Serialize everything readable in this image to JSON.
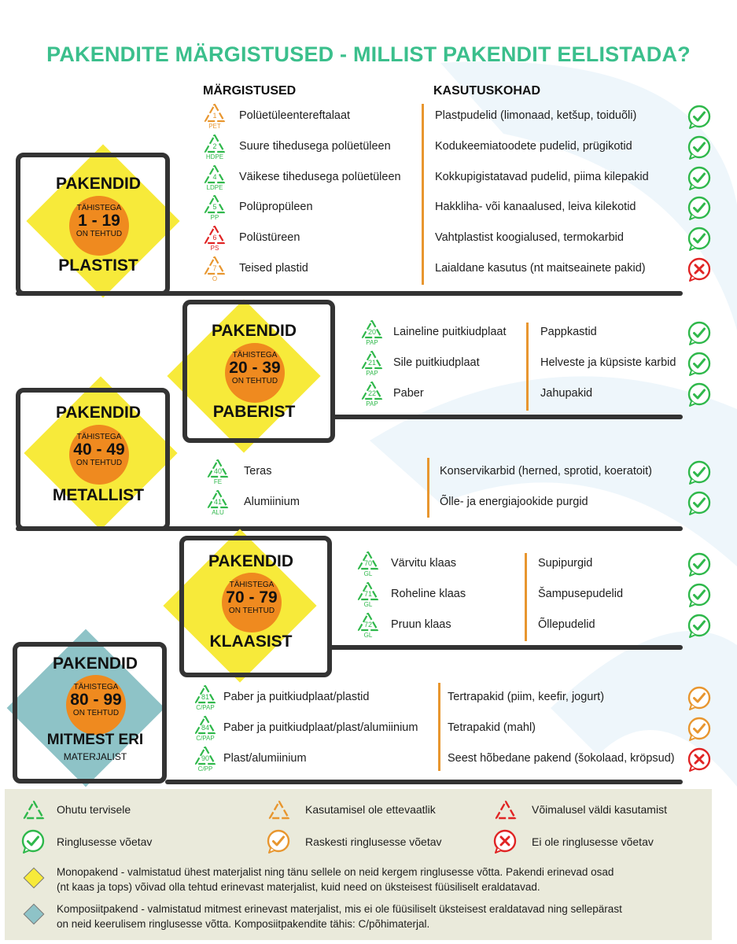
{
  "title": "PAKENDITE MÄRGISTUSED - MILLIST PAKENDIT EELISTADA?",
  "headers": {
    "markings": "MÄRGISTUSED",
    "uses": "KASUTUSKOHAD"
  },
  "colors": {
    "green": "#2fb84b",
    "orange": "#e8962f",
    "red": "#e02424",
    "yellow": "#f7ea3a",
    "teal": "#8ec3c7",
    "dark": "#333333",
    "title": "#3bbf8c"
  },
  "groups": {
    "plastic": {
      "label_top": "PAKENDID",
      "tahistega": "TÄHISTEGA",
      "range": "1 - 19",
      "tehtud": "ON TEHTUD",
      "label_bottom": "PLASTIST",
      "items": [
        {
          "num": "1",
          "code": "PET",
          "name": "Polüetüleentereftalaat",
          "use": "Plastpudelid (limonaad, ketšup, toiduõli)",
          "symbol": "orange",
          "status": "green-check"
        },
        {
          "num": "2",
          "code": "HDPE",
          "name": "Suure tihedusega polüetüleen",
          "use": "Kodukeemiatoodete pudelid, prügikotid",
          "symbol": "green",
          "status": "green-check"
        },
        {
          "num": "4",
          "code": "LDPE",
          "name": "Väikese tihedusega polüetüleen",
          "use": "Kokkupigistatavad pudelid, piima kilepakid",
          "symbol": "green",
          "status": "green-check"
        },
        {
          "num": "5",
          "code": "PP",
          "name": "Polüpropüleen",
          "use": "Hakkliha- või kanaalused, leiva kilekotid",
          "symbol": "green",
          "status": "green-check"
        },
        {
          "num": "6",
          "code": "PS",
          "name": "Polüstüreen",
          "use": "Vahtplastist koogialused, termokarbid",
          "symbol": "red",
          "status": "green-check"
        },
        {
          "num": "7",
          "code": "O",
          "name": "Teised plastid",
          "use": "Laialdane kasutus (nt maitseainete pakid)",
          "symbol": "orange",
          "status": "red-x"
        }
      ]
    },
    "paper": {
      "label_top": "PAKENDID",
      "tahistega": "TÄHISTEGA",
      "range": "20 - 39",
      "tehtud": "ON TEHTUD",
      "label_bottom": "PABERIST",
      "items": [
        {
          "num": "20",
          "code": "PAP",
          "name": "Laineline puitkiudplaat",
          "use": "Pappkastid",
          "symbol": "green",
          "status": "green-check"
        },
        {
          "num": "21",
          "code": "PAP",
          "name": "Sile puitkiudplaat",
          "use": "Helveste ja küpsiste karbid",
          "symbol": "green",
          "status": "green-check"
        },
        {
          "num": "22",
          "code": "PAP",
          "name": "Paber",
          "use": "Jahupakid",
          "symbol": "green",
          "status": "green-check"
        }
      ]
    },
    "metal": {
      "label_top": "PAKENDID",
      "tahistega": "TÄHISTEGA",
      "range": "40 - 49",
      "tehtud": "ON TEHTUD",
      "label_bottom": "METALLIST",
      "items": [
        {
          "num": "40",
          "code": "FE",
          "name": "Teras",
          "use": "Konservikarbid (herned, sprotid, koeratoit)",
          "symbol": "green",
          "status": "green-check"
        },
        {
          "num": "41",
          "code": "ALU",
          "name": "Alumiinium",
          "use": "Õlle- ja energiajookide purgid",
          "symbol": "green",
          "status": "green-check"
        }
      ]
    },
    "glass": {
      "label_top": "PAKENDID",
      "tahistega": "TÄHISTEGA",
      "range": "70 - 79",
      "tehtud": "ON TEHTUD",
      "label_bottom": "KLAASIST",
      "items": [
        {
          "num": "70",
          "code": "GL",
          "name": "Värvitu klaas",
          "use": "Supipurgid",
          "symbol": "green",
          "status": "green-check"
        },
        {
          "num": "71",
          "code": "GL",
          "name": "Roheline klaas",
          "use": "Šampusepudelid",
          "symbol": "green",
          "status": "green-check"
        },
        {
          "num": "72",
          "code": "GL",
          "name": "Pruun klaas",
          "use": "Õllepudelid",
          "symbol": "green",
          "status": "green-check"
        }
      ]
    },
    "composite": {
      "label_top": "PAKENDID",
      "tahistega": "TÄHISTEGA",
      "range": "80 - 99",
      "tehtud": "ON TEHTUD",
      "label_bottom": "MITMEST ERI",
      "label_sub": "MATERJALIST",
      "items": [
        {
          "num": "81",
          "code": "C/PAP",
          "name": "Paber ja puitkiudplaat/plastid",
          "use": "Tertrapakid (piim, keefir, jogurt)",
          "symbol": "green",
          "status": "orange-check"
        },
        {
          "num": "84",
          "code": "C/PAP",
          "name": "Paber ja puitkiudplaat/plast/alumiinium",
          "use": "Tetrapakid (mahl)",
          "symbol": "green",
          "status": "orange-check"
        },
        {
          "num": "90",
          "code": "C/PP",
          "name": "Plast/alumiinium",
          "use": "Seest hõbedane pakend (šokolaad, kröpsud)",
          "symbol": "green",
          "status": "red-x"
        }
      ]
    }
  },
  "legend": {
    "safe": "Ohutu tervisele",
    "careful": "Kasutamisel ole ettevaatlik",
    "avoid": "Võimalusel väldi kasutamist",
    "recyclable": "Ringlusesse võetav",
    "hard": "Raskesti ringlusesse võetav",
    "not": "Ei ole ringlusesse võetav",
    "mono_1": "Monopakend - valmistatud ühest materjalist ning tänu sellele on neid kergem ringlusesse võtta. Pakendi erinevad osad",
    "mono_2": "(nt kaas ja tops) võivad olla tehtud erinevast materjalist, kuid need on üksteisest füüsiliselt eraldatavad.",
    "comp_1": "Komposiitpakend - valmistatud mitmest erinevast materjalist, mis ei ole füüsiliselt üksteisest eraldatavad ning sellepärast",
    "comp_2": "on neid keerulisem ringlusesse võtta. Komposiitpakendite tähis: C/põhimaterjal."
  }
}
